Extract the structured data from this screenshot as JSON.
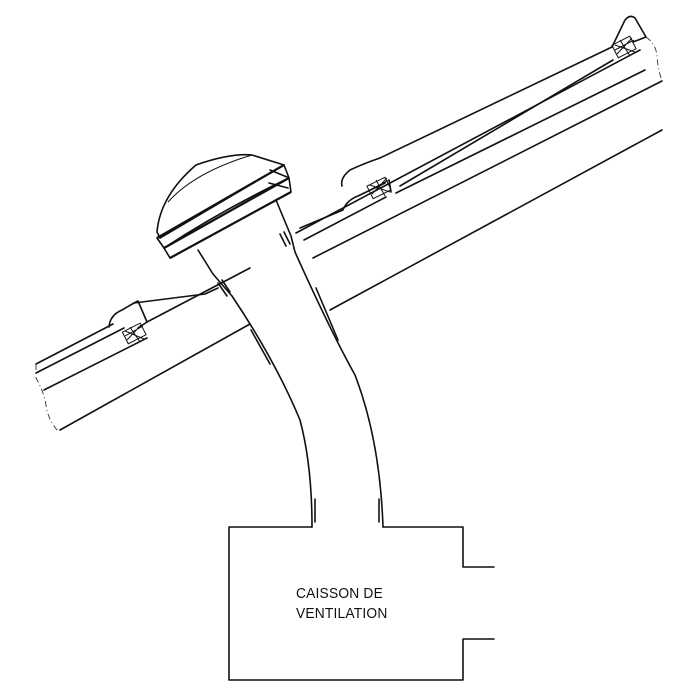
{
  "diagram": {
    "type": "technical-drawing",
    "subject": "roof ventilation outlet connected to ventilation box",
    "components": [
      {
        "name": "roof-tiles",
        "description": "sloped roof tile section with seals"
      },
      {
        "name": "ventilation-cap",
        "description": "louvered cap with three slats"
      },
      {
        "name": "ventilation-duct",
        "description": "curved duct through roof"
      },
      {
        "name": "ventilation-box",
        "description": "box with side outlet"
      }
    ],
    "label": {
      "line1": "CAISSON DE",
      "line2": "VENTILATION"
    },
    "colors": {
      "line": "#111111",
      "background": "#ffffff"
    }
  }
}
